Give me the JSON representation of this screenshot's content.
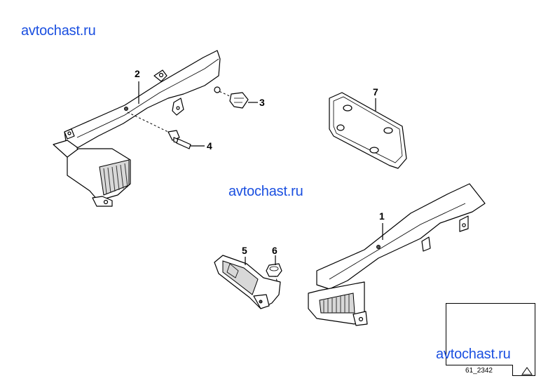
{
  "watermarks": [
    "avtochast.ru",
    "avtochast.ru",
    "avtochast.ru"
  ],
  "callouts": {
    "c1": "1",
    "c2": "2",
    "c3": "3",
    "c4": "4",
    "c5": "5",
    "c6": "6",
    "c7": "7"
  },
  "reference": {
    "code": "61_2342",
    "icon": "warning-triangle-icon"
  },
  "colors": {
    "watermark": "#1a4fe0",
    "line": "#000000",
    "background": "#ffffff"
  }
}
